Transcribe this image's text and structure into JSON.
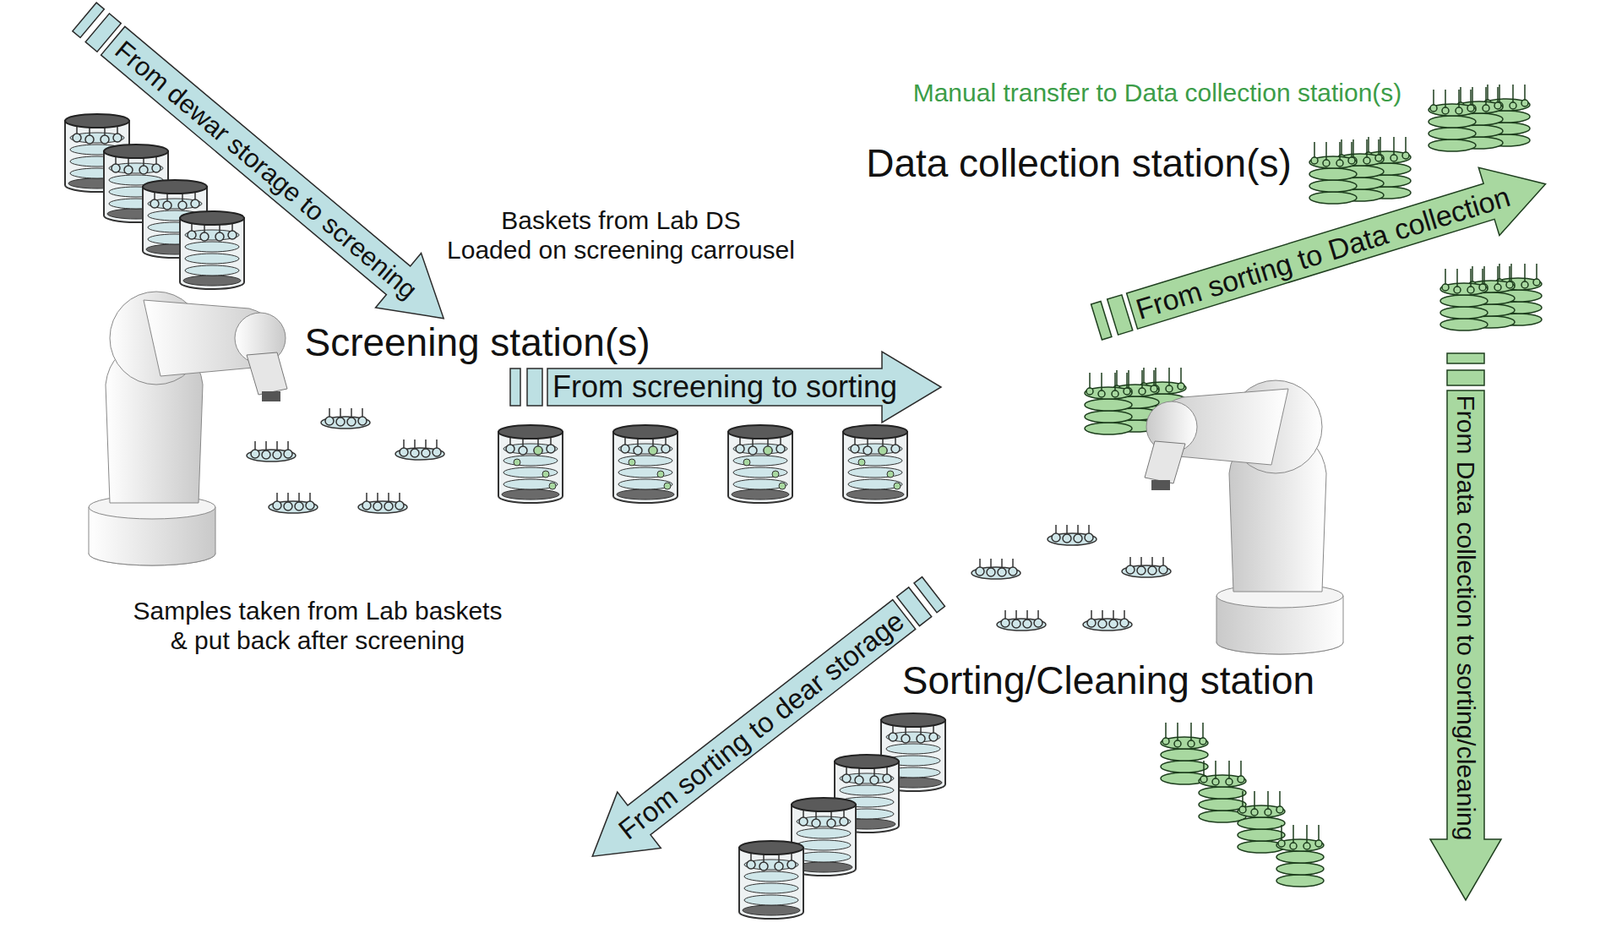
{
  "diagram": {
    "labels": [
      "From dewar storage to screening",
      "Manual transfer to Data collection station(s)",
      "Data collection station(s)",
      "Baskets from Lab DS Loaded on screening carrousel",
      "From sorting to Data collection",
      "Screening station(s)",
      "From screening to sorting",
      "Samples taken from Lab baskets & put back after screening",
      "From Data collection to sorting/cleaning",
      "From sorting to dear storage",
      "Sorting/Cleaning station"
    ]
  }
}
